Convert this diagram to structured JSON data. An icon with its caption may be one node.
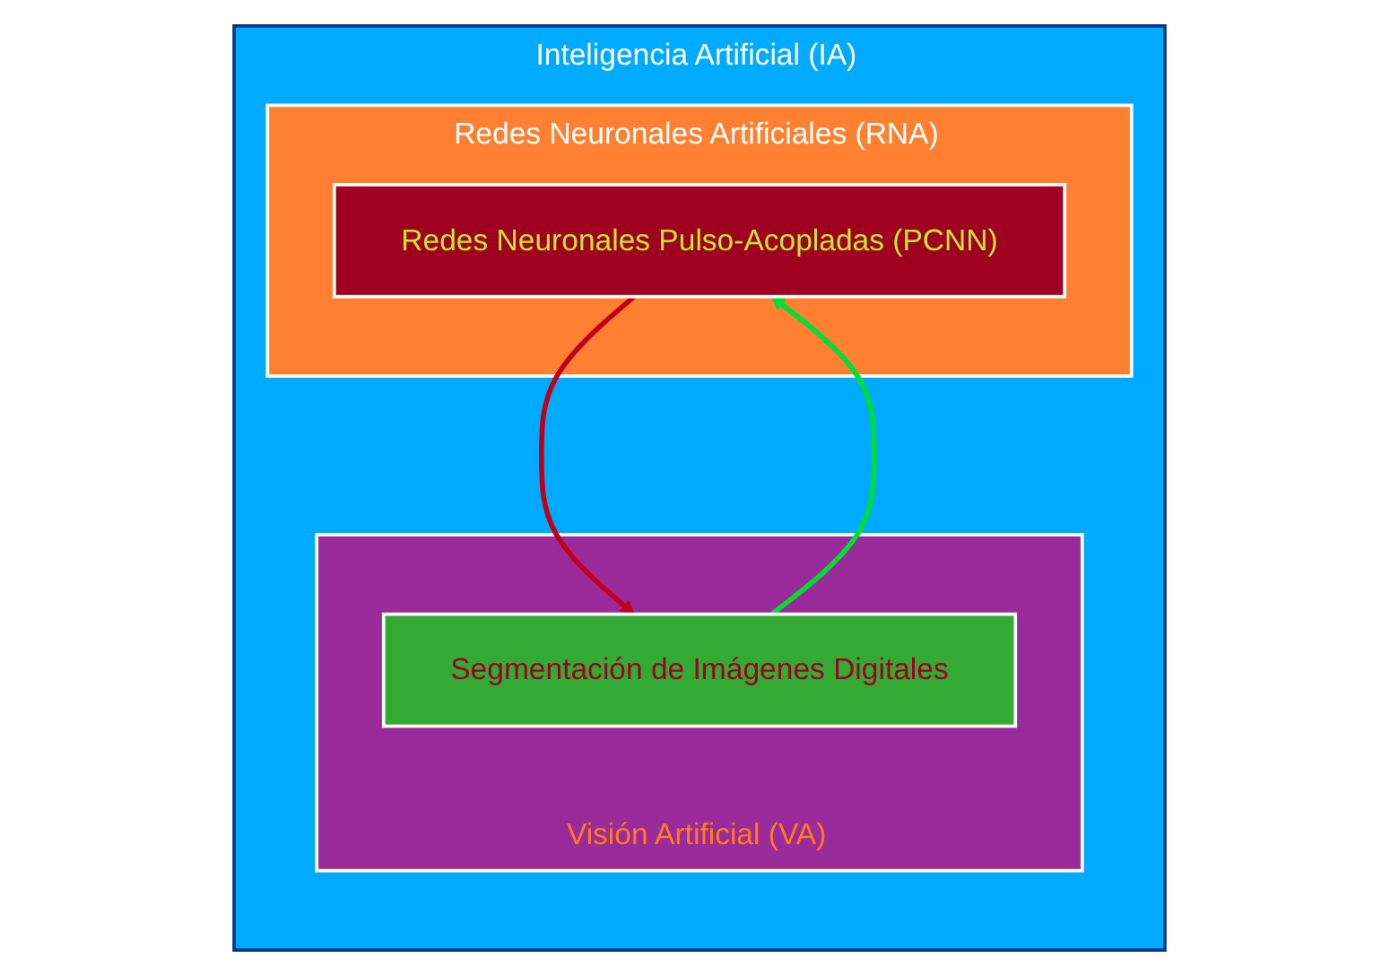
{
  "diagram": {
    "nodes": [
      {
        "text": [
          "Inteligencia Artificial (IA)"
        ]
      },
      {
        "text": [
          "Redes Neuronales Artificiales (RNA)"
        ],
        "in": 0
      },
      {
        "text": [
          "Redes Neuronales Pulso-Acopladas (PCNN)"
        ],
        "in": 1
      },
      {
        "text": [
          "Visión Artificial (VA)"
        ],
        "in": 0
      },
      {
        "text": [
          "Segmentación de Imágenes Digitales"
        ],
        "in": 3
      }
    ],
    "edges": [
      {
        "from": 2,
        "to": 4,
        "arrow": "to",
        "color": "#c0001a"
      },
      {
        "from": 4,
        "to": 2,
        "arrow": "to",
        "color": "#00dd33"
      }
    ]
  }
}
